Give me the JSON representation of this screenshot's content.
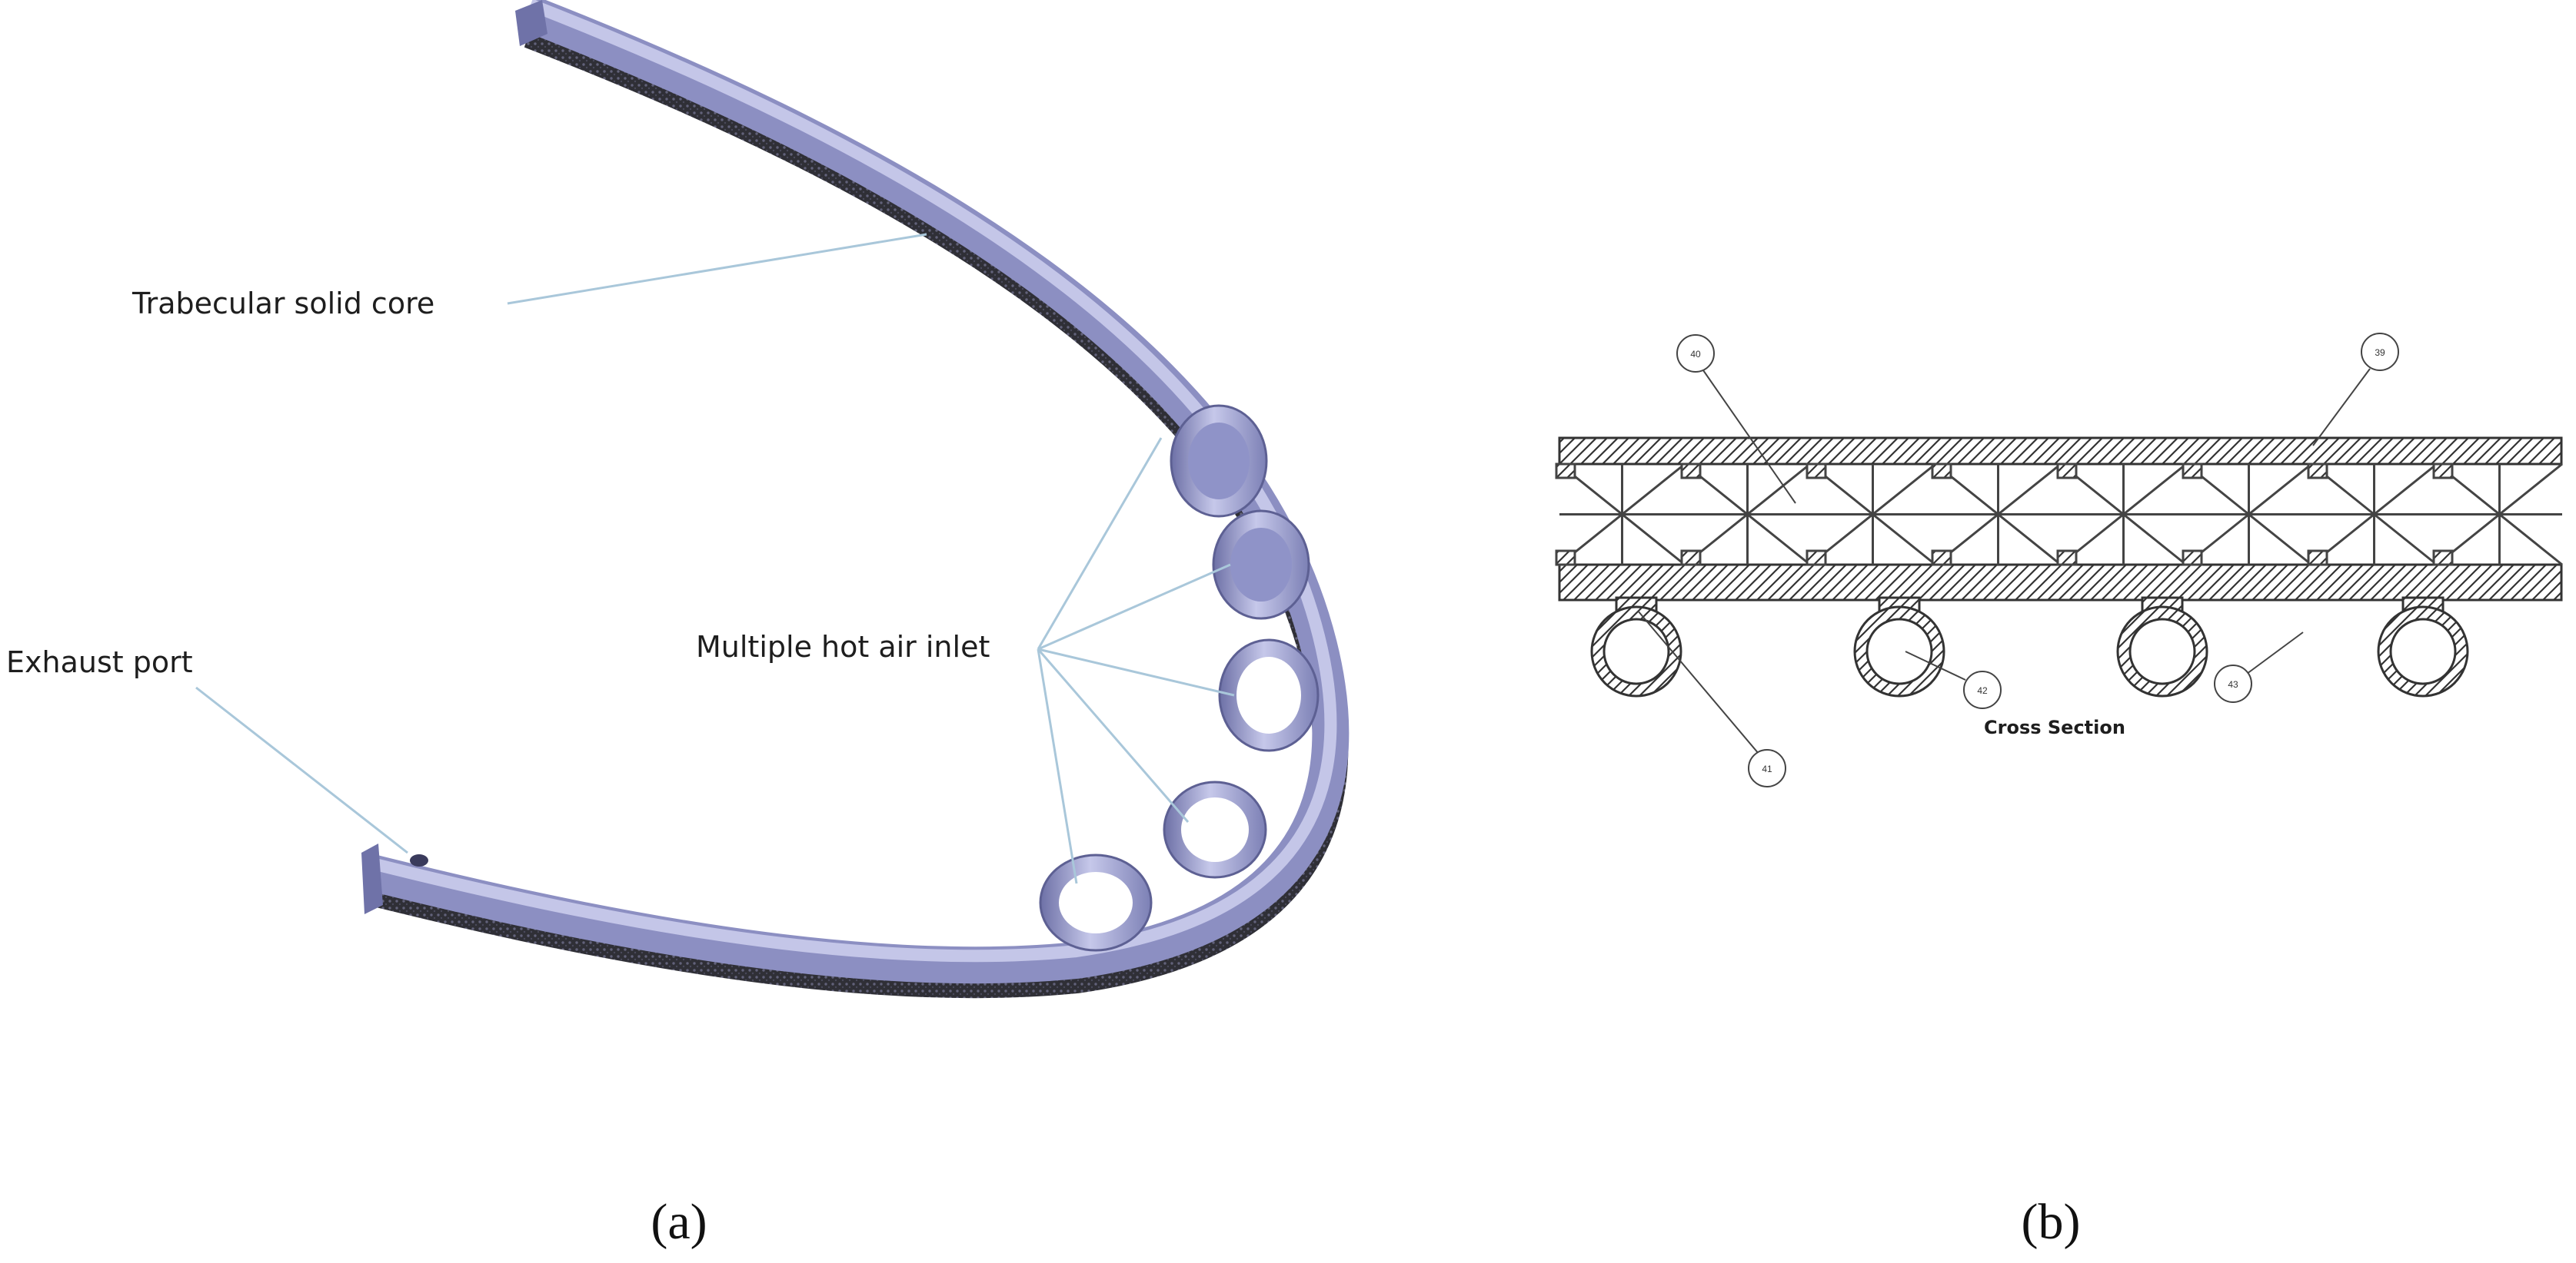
{
  "panel_a": {
    "labels": {
      "core": "Trabecular solid core",
      "exhaust": "Exhaust port",
      "inlet": "Multiple hot air inlet"
    },
    "caption": "(a)"
  },
  "panel_b": {
    "title": "Cross Section",
    "callouts": [
      "40",
      "39",
      "41",
      "42",
      "43"
    ],
    "caption": "(b)"
  },
  "colors": {
    "shell": "#a9abd6",
    "shell_dark": "#7d80b4",
    "shell_light": "#c9cbea",
    "core": "#34343c",
    "leader": "#a9c7da",
    "ink": "#1e1e1e"
  }
}
